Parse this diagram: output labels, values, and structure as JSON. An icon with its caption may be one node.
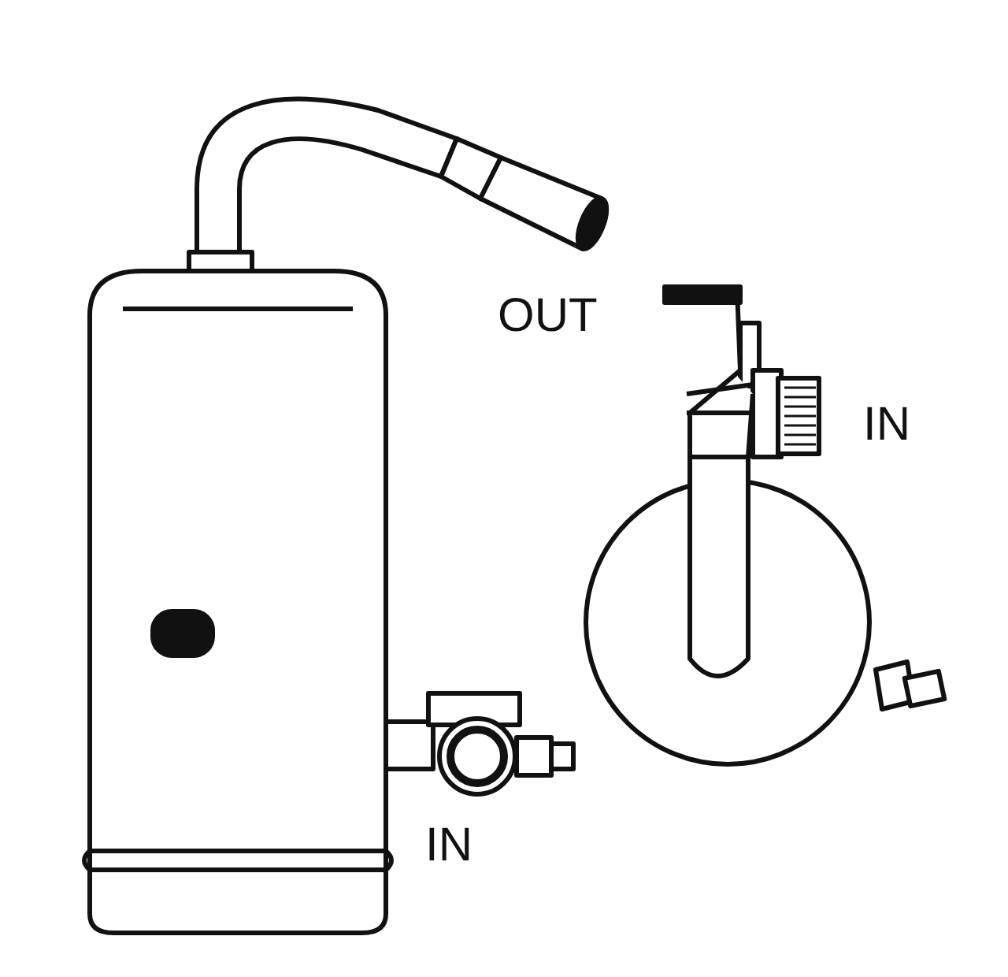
{
  "diagram": {
    "labels": [
      "OUT",
      "IN",
      "IN"
    ]
  }
}
